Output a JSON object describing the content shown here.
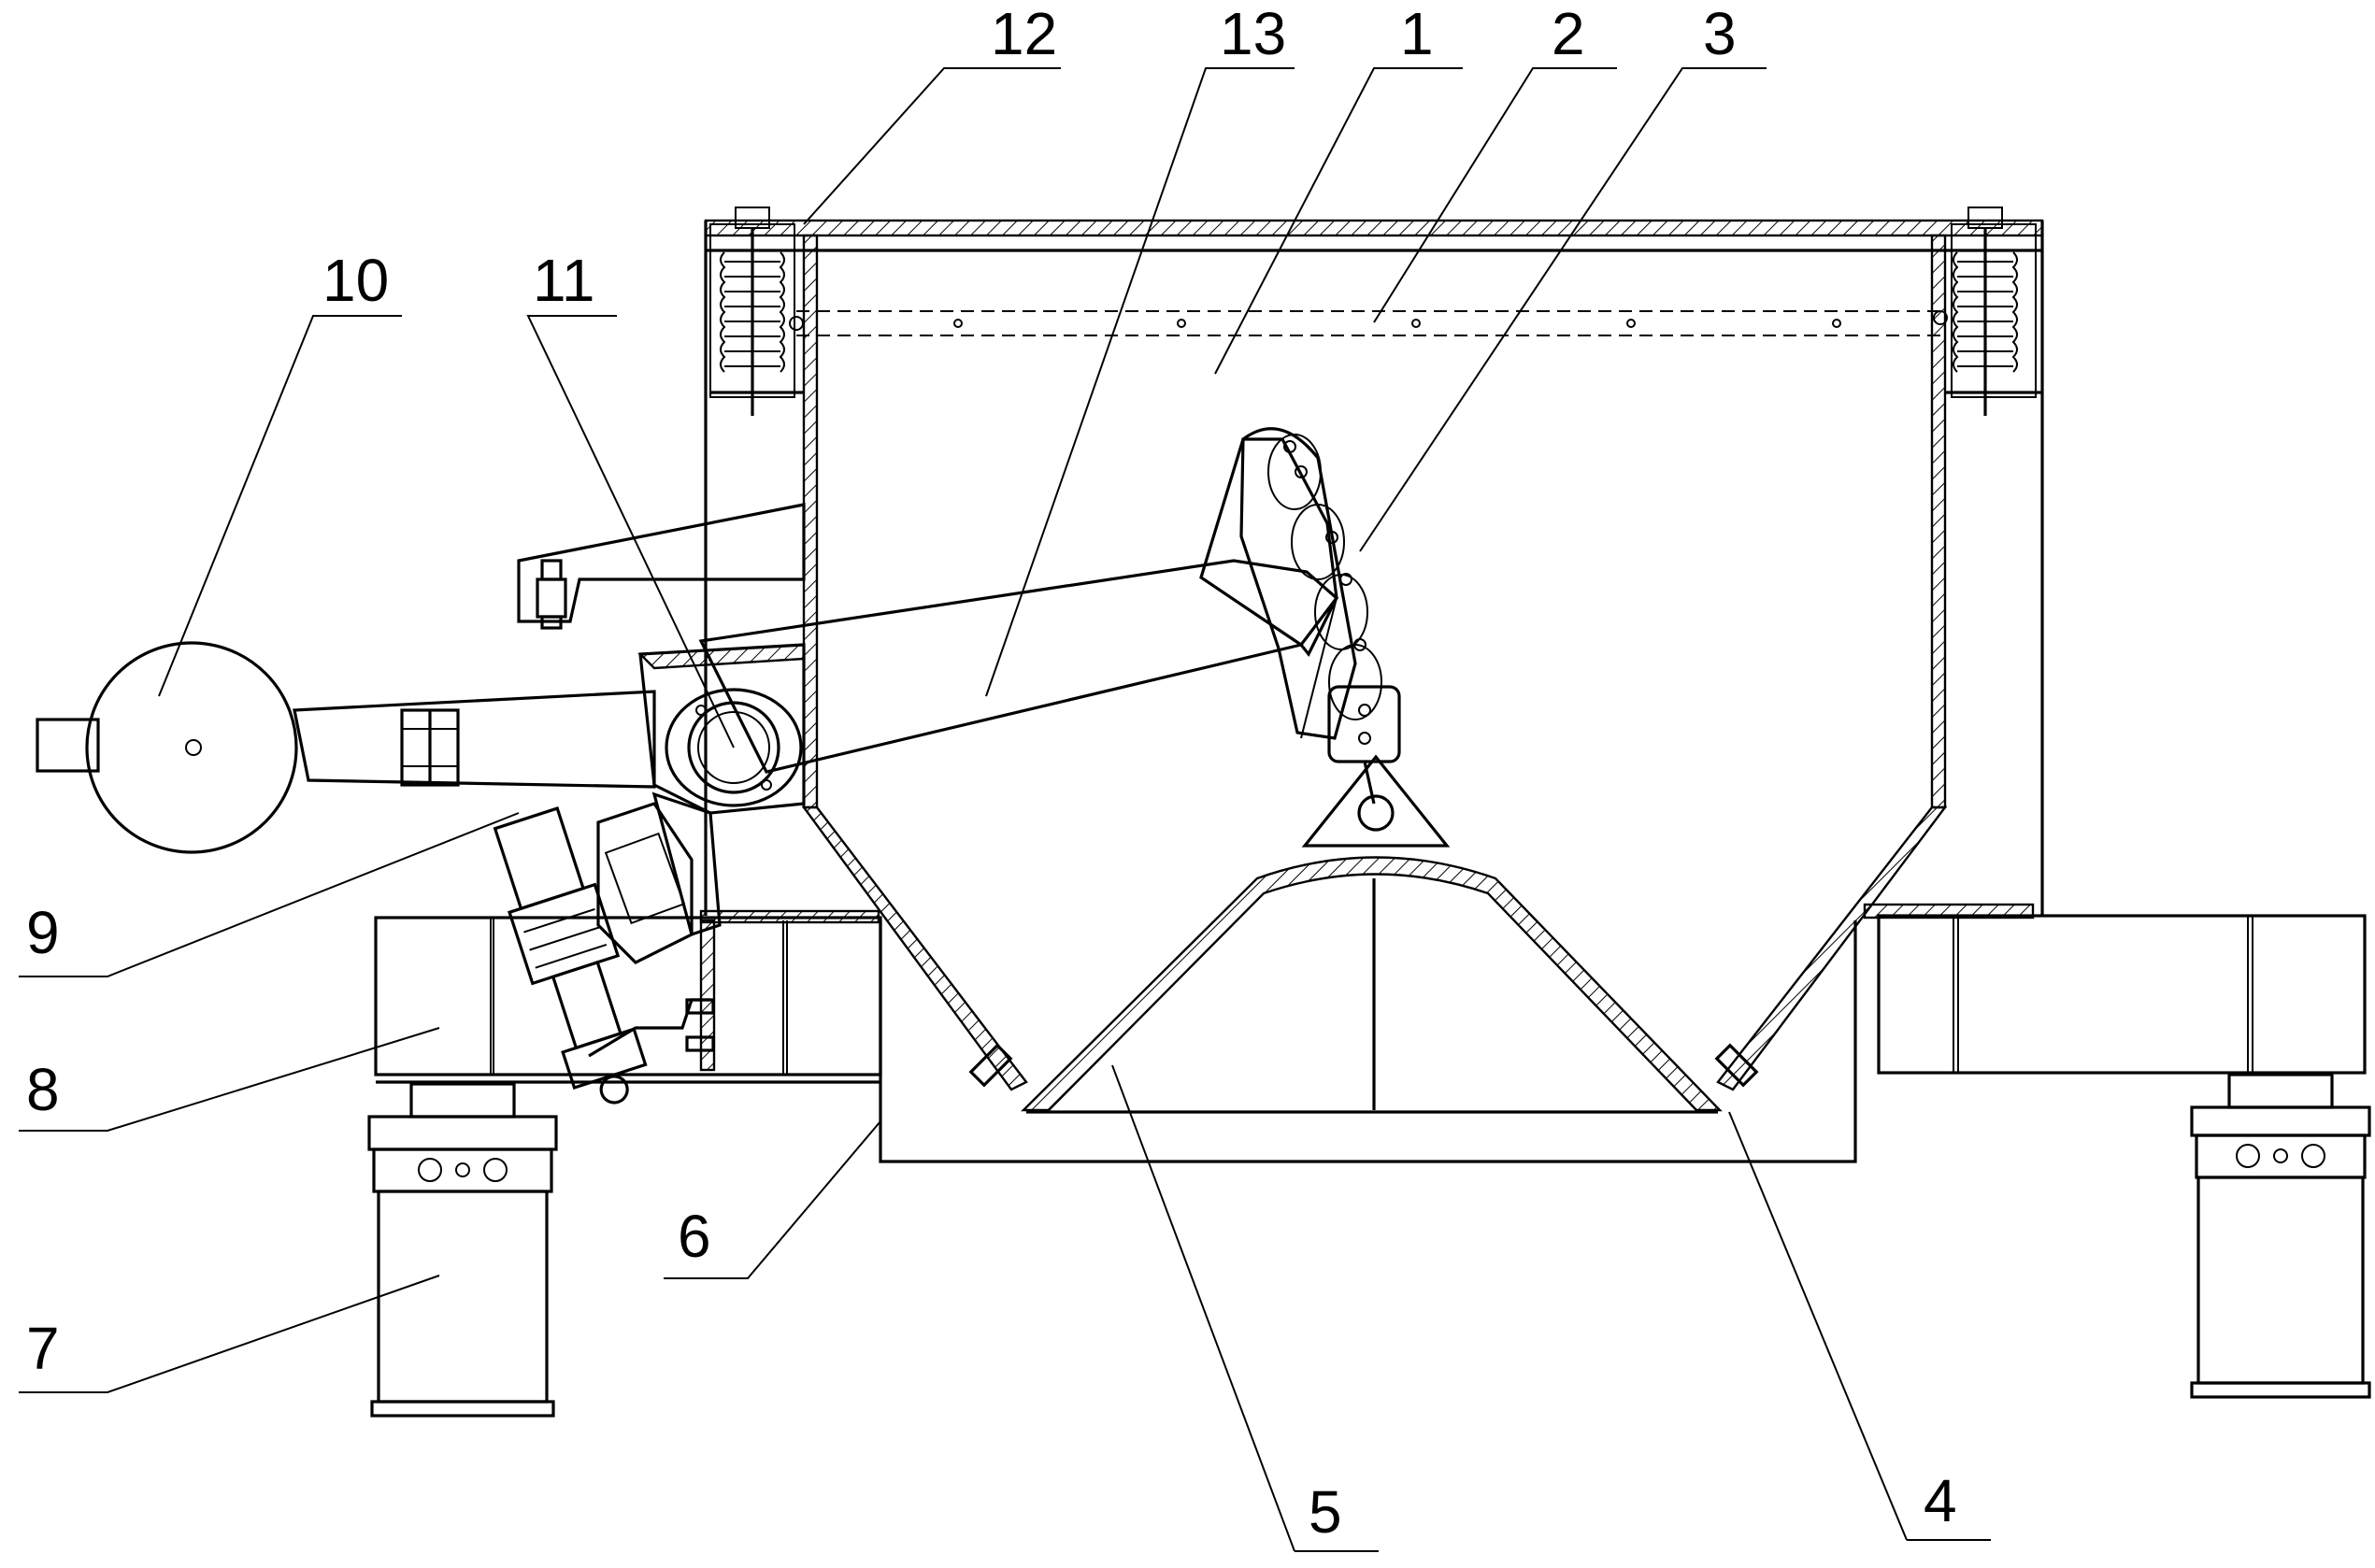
{
  "diagram": {
    "labels": [
      {
        "id": "label-1",
        "text": "1"
      },
      {
        "id": "label-2",
        "text": "2"
      },
      {
        "id": "label-3",
        "text": "3"
      },
      {
        "id": "label-4",
        "text": "4"
      },
      {
        "id": "label-5",
        "text": "5"
      },
      {
        "id": "label-6",
        "text": "6"
      },
      {
        "id": "label-7",
        "text": "7"
      },
      {
        "id": "label-8",
        "text": "8"
      },
      {
        "id": "label-9",
        "text": "9"
      },
      {
        "id": "label-10",
        "text": "10"
      },
      {
        "id": "label-11",
        "text": "11"
      },
      {
        "id": "label-12",
        "text": "12"
      },
      {
        "id": "label-13",
        "text": "13"
      }
    ]
  }
}
